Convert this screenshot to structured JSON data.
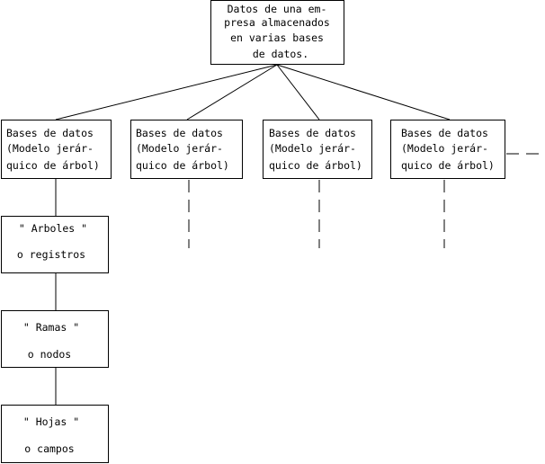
{
  "root": {
    "lines": [
      "Datos de una em-",
      "presa almacenados",
      "en varias bases",
      "de datos."
    ]
  },
  "databases": [
    {
      "lines": [
        "Bases de datos",
        "(Modelo jerár-",
        "quico de árbol)"
      ]
    },
    {
      "lines": [
        "Bases de datos",
        "(Modelo jerár-",
        "quico de árbol)"
      ]
    },
    {
      "lines": [
        "Bases de datos",
        "(Modelo jerár-",
        "quico de árbol)"
      ]
    },
    {
      "lines": [
        "Bases de datos",
        "(Modelo jerár-",
        "quico de árbol)"
      ]
    }
  ],
  "hierarchy": [
    {
      "lines": [
        "\" Arboles \"",
        "o registros"
      ]
    },
    {
      "lines": [
        "\" Ramas \"",
        "o nodos"
      ]
    },
    {
      "lines": [
        "\" Hojas \"",
        "o campos"
      ]
    }
  ]
}
